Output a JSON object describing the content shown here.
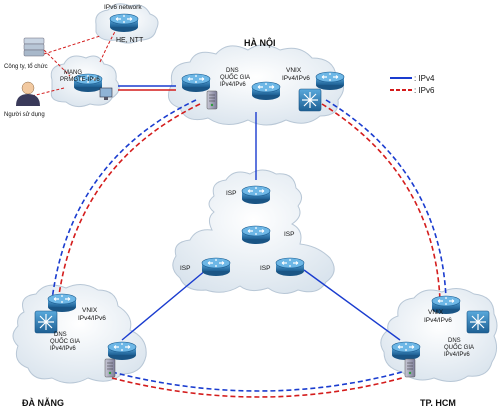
{
  "labels": {
    "ipv6_network": "IPv6 network",
    "he_ntt": "HE, NTT",
    "ha_noi": "HÀ NỘI",
    "da_nang": "ĐÀ NẴNG",
    "tp_hcm": "TP. HCM",
    "company": "Công ty, tổ chức",
    "user": "Người sử dụng",
    "pmrgte_l1": "MẠNG",
    "pmrgte_l2": "PRMGTE-IPv6",
    "dns_l1": "DNS",
    "dns_l2": "QUỐC GIA",
    "dns_l3": "IPv4/IPv6",
    "vnix_l1": "VNIX",
    "vnix_l2": "IPv4/IPv6",
    "isp": "ISP"
  },
  "legend": [
    {
      "label": ": IPv4",
      "color": "#1a3ccf"
    },
    {
      "label": ": IPv6",
      "color": "#d41c1c"
    }
  ],
  "colors": {
    "ipv4": "#1a3ccf",
    "ipv6": "#d41c1c",
    "router": "#2a7fb8",
    "cloud": "#eef3f8"
  }
}
